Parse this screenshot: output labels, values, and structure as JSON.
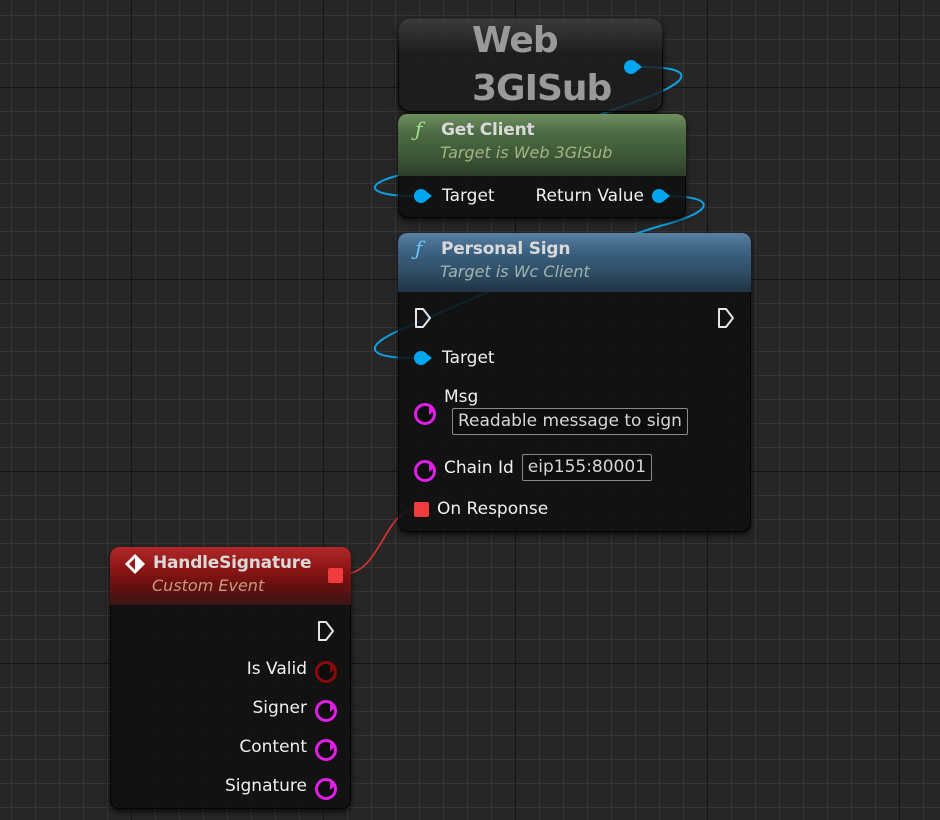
{
  "graph": {
    "background": "#262626",
    "wire_colors": {
      "object": "#00a6f0",
      "delegate": "#e03232"
    }
  },
  "nodes": {
    "web3gisub": {
      "title_line1": "Web",
      "title_line2": "3GISub",
      "output_pin": "object"
    },
    "get_client": {
      "icon": "function-icon",
      "title": "Get Client",
      "subtitle": "Target is Web 3GISub",
      "header_color": "#4f6e45",
      "inputs": [
        {
          "label": "Target",
          "type": "object"
        }
      ],
      "outputs": [
        {
          "label": "Return Value",
          "type": "object"
        }
      ]
    },
    "personal_sign": {
      "icon": "function-icon",
      "title": "Personal Sign",
      "subtitle": "Target is Wc Client",
      "header_color": "#3f6180",
      "inputs": [
        {
          "label": "Target",
          "type": "object"
        },
        {
          "label": "Msg",
          "type": "string",
          "value": "Readable message to sign"
        },
        {
          "label": "Chain Id",
          "type": "string",
          "value": "eip155:80001"
        },
        {
          "label": "On Response",
          "type": "delegate"
        }
      ]
    },
    "handle_signature": {
      "icon": "event-diamond-icon",
      "title": "HandleSignature",
      "subtitle": "Custom Event",
      "header_color": "#8a1515",
      "outputs": [
        {
          "label": "Is Valid",
          "type": "bool"
        },
        {
          "label": "Signer",
          "type": "string"
        },
        {
          "label": "Content",
          "type": "string"
        },
        {
          "label": "Signature",
          "type": "string"
        }
      ]
    }
  }
}
